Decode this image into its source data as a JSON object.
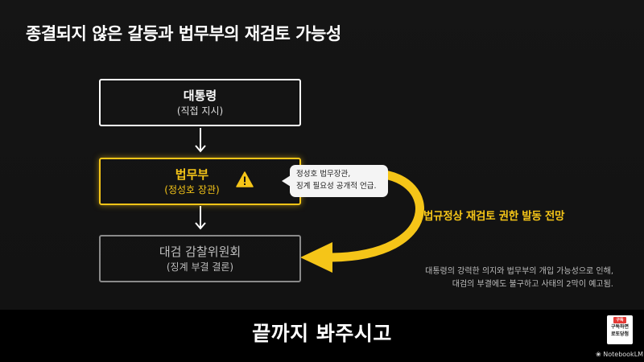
{
  "title": "종결되지 않은 갈등과 법무부의 재검토 가능성",
  "boxes": {
    "president": {
      "main": "대통령",
      "sub": "(직접 지시)"
    },
    "ministry": {
      "main": "법무부",
      "sub": "(정성호 장관)"
    },
    "committee": {
      "main": "대검 감찰위원회",
      "sub": "(징계 부결 결론)"
    }
  },
  "warning_icon": "warning-triangle-icon",
  "tooltip": {
    "line1": "정성호 법무장관,",
    "line2": "징계 필요성 공개적 언급."
  },
  "arrow_label": "법규정상 재검토 권한 발동 전망",
  "note": {
    "line1": "대통령의 강력한 의지와 법무부의 개입 가능성으로 인해,",
    "line2": "대검의 부결에도 불구하고 사태의 2막이 예고됨."
  },
  "caption": "끝까지 봐주시고",
  "subscribe_badge": {
    "tag": "구독",
    "line1": "구독하면",
    "line2": "로또당첨"
  },
  "brand": "NotebookLM",
  "colors": {
    "accent": "#f5c518",
    "background": "#121212",
    "muted_box": "#8a8a8a"
  }
}
